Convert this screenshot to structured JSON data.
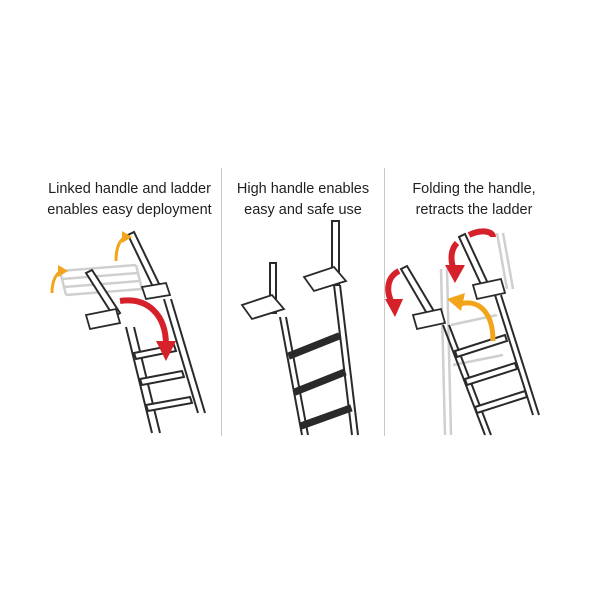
{
  "colors": {
    "red_arrow": "#d6202a",
    "orange_arrow": "#f2a51a",
    "line": "#2a2a2a",
    "ghost": "#c9c9c9"
  },
  "panels": [
    {
      "caption_line1": "Linked handle and ladder",
      "caption_line2": "enables easy deployment"
    },
    {
      "caption_line1": "High handle enables",
      "caption_line2": "easy and safe use"
    },
    {
      "caption_line1": "Folding the handle,",
      "caption_line2": "retracts the ladder"
    }
  ]
}
